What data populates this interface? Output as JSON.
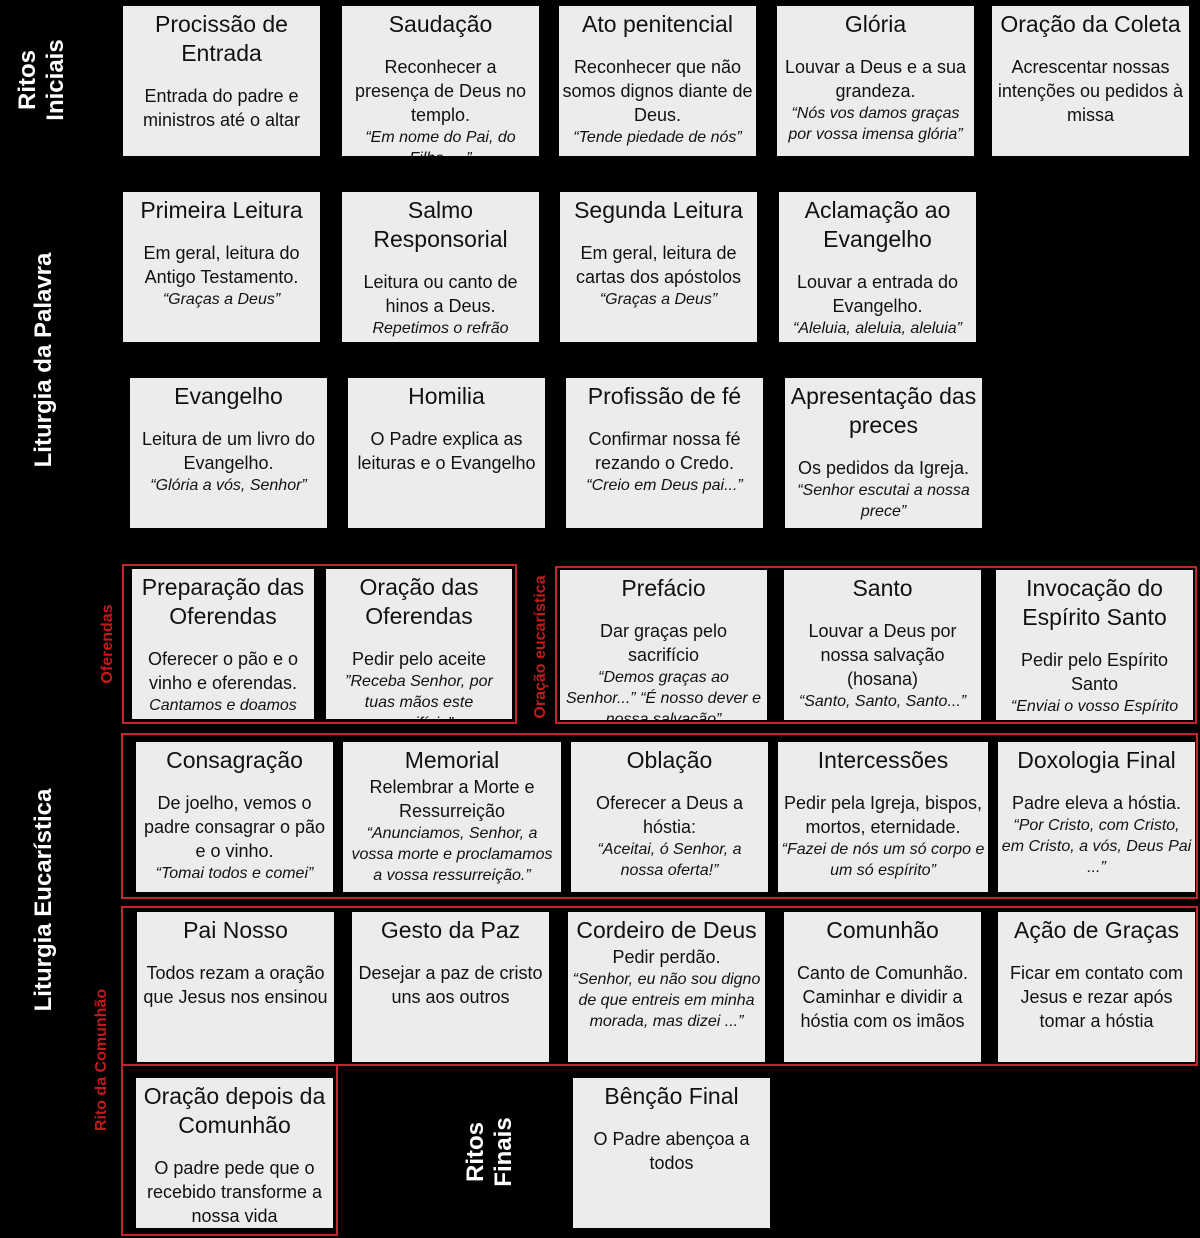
{
  "sections": {
    "ritos_iniciais": "Ritos Iniciais",
    "liturgia_palavra": "Liturgia da Palavra",
    "liturgia_eucaristica": "Liturgia Eucarística",
    "ritos_finais": "Ritos Finais"
  },
  "subsections": {
    "oferendas": "Oferendas",
    "oracao_eucaristica": "Oração eucarística",
    "rito_comunhao": "Rito da Comunhão"
  },
  "colors": {
    "background": "#000000",
    "box": "#ececec",
    "accent": "#c0262b",
    "section_text": "#ffffff"
  },
  "boxes": [
    {
      "title": "Procissão de Entrada",
      "desc": "Entrada do padre e ministros até o altar",
      "quote": ""
    },
    {
      "title": "Saudação",
      "desc": "Reconhecer a presença de Deus no templo.",
      "quote": "“Em nome do Pai, do Filho, ...”"
    },
    {
      "title": "Ato penitencial",
      "desc": "Reconhecer que não somos dignos diante de Deus.",
      "quote": "“Tende piedade de nós”"
    },
    {
      "title": "Glória",
      "desc": "Louvar a Deus e a sua grandeza.",
      "quote": "“Nós vos damos graças por vossa imensa glória”"
    },
    {
      "title": "Oração da Coleta",
      "desc": "Acrescentar nossas intenções ou pedidos à missa",
      "quote": ""
    },
    {
      "title": "Primeira Leitura",
      "desc": "Em geral, leitura do Antigo Testamento.",
      "quote": "“Graças a Deus”"
    },
    {
      "title": "Salmo Responsorial",
      "desc": "Leitura ou canto de hinos a Deus.",
      "quote": "Repetimos o refrão"
    },
    {
      "title": "Segunda Leitura",
      "desc": "Em geral, leitura de cartas dos apóstolos",
      "quote": "“Graças a Deus”"
    },
    {
      "title": "Aclamação ao Evangelho",
      "desc": "Louvar a entrada do Evangelho.",
      "quote": "“Aleluia, aleluia, aleluia”"
    },
    {
      "title": "Evangelho",
      "desc": "Leitura de um livro do Evangelho.",
      "quote": "“Glória a vós, Senhor”"
    },
    {
      "title": "Homilia",
      "desc": "O Padre explica as leituras e o Evangelho",
      "quote": ""
    },
    {
      "title": "Profissão de fé",
      "desc": "Confirmar nossa fé rezando o Credo.",
      "quote": "“Creio em Deus pai...”"
    },
    {
      "title": "Apresentação das preces",
      "desc": "Os pedidos da Igreja.",
      "quote": "“Senhor escutai a nossa prece”"
    },
    {
      "title": "Preparação das Oferendas",
      "desc": "Oferecer o pão e o vinho e oferendas.",
      "quote": "Cantamos e doamos"
    },
    {
      "title": "Oração das Oferendas",
      "desc": "Pedir pelo aceite",
      "quote": "”Receba Senhor, por tuas mãos este sacrifício”"
    },
    {
      "title": "Prefácio",
      "desc": "Dar graças pelo sacrifício",
      "quote": "“Demos graças ao Senhor...” “É nosso dever e nossa salvação”"
    },
    {
      "title": "Santo",
      "desc": "Louvar a Deus por nossa salvação (hosana)",
      "quote": "“Santo, Santo, Santo...”"
    },
    {
      "title": "Invocação do Espírito Santo",
      "desc": "Pedir pelo Espírito Santo",
      "quote": "“Enviai o vosso Espírito Santo”"
    },
    {
      "title": "Consagração",
      "desc": "De joelho, vemos o padre consagrar o pão e o vinho.",
      "quote": "“Tomai todos e comei”"
    },
    {
      "title": "Memorial",
      "desc": "Relembrar a Morte e Ressurreição",
      "quote": "“Anunciamos, Senhor, a vossa morte e proclamamos a vossa ressurreição.”"
    },
    {
      "title": "Oblação",
      "desc": "Oferecer a Deus a hóstia:",
      "quote": "“Aceitai, ó Senhor, a nossa oferta!”"
    },
    {
      "title": "Intercessões",
      "desc": "Pedir pela Igreja, bispos, mortos, eternidade.",
      "quote": "“Fazei de nós um só corpo e um só espírito”"
    },
    {
      "title": "Doxologia Final",
      "desc": "Padre eleva a hóstia.",
      "quote": "“Por Cristo, com Cristo, em Cristo, a vós, Deus Pai ...”"
    },
    {
      "title": "Pai Nosso",
      "desc": "Todos rezam a oração que Jesus nos ensinou",
      "quote": ""
    },
    {
      "title": "Gesto da Paz",
      "desc": "Desejar a paz de cristo uns aos outros",
      "quote": ""
    },
    {
      "title": "Cordeiro de Deus",
      "desc": "Pedir perdão.",
      "quote": "“Senhor, eu não sou digno de que entreis em minha morada, mas dizei ...”"
    },
    {
      "title": "Comunhão",
      "desc": "Canto de Comunhão. Caminhar e dividir a hóstia com os imãos",
      "quote": ""
    },
    {
      "title": "Ação de Graças",
      "desc": "Ficar em contato com Jesus e rezar após tomar a hóstia",
      "quote": ""
    },
    {
      "title": "Oração depois da Comunhão",
      "desc": "O padre pede que o recebido transforme a nossa vida",
      "quote": ""
    },
    {
      "title": "Bênção Final",
      "desc": "O Padre abençoa a todos",
      "quote": ""
    }
  ]
}
